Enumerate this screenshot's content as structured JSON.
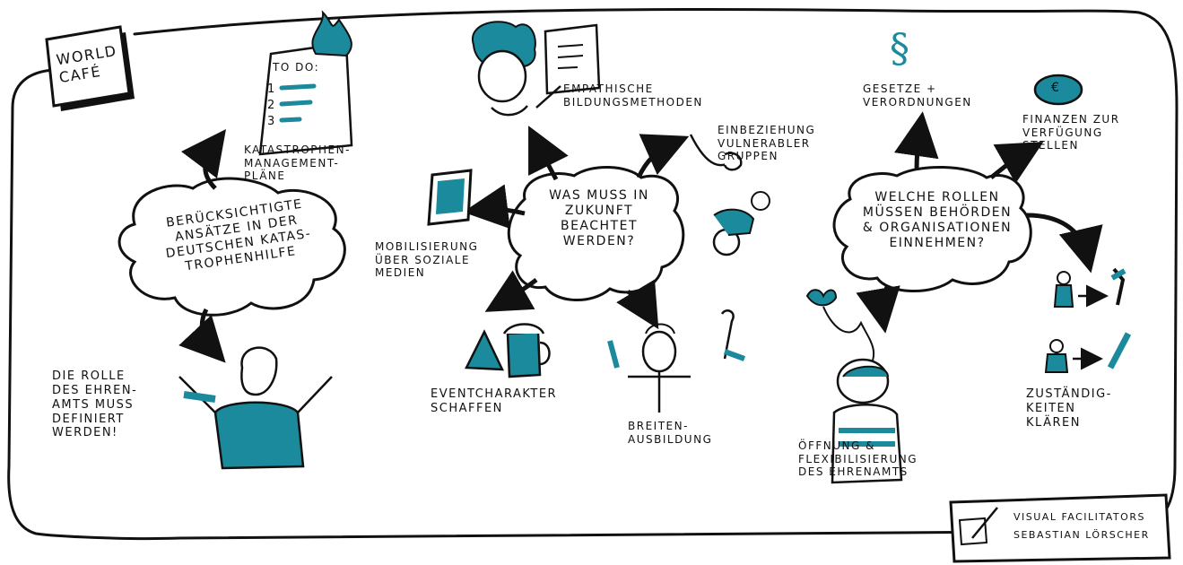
{
  "colors": {
    "ink": "#111111",
    "accent": "#1a8a9c",
    "paper": "#ffffff"
  },
  "header": {
    "title": "WORLD\nCAFÉ"
  },
  "todo": {
    "title": "TO DO:",
    "items": [
      "1",
      "2",
      "3"
    ]
  },
  "hubs": {
    "left": "BERÜCKSICHTIGTE\nANSÄTZE IN DER\nDEUTSCHEN KATAS-\nTROPHENHILFE",
    "center": "WAS MUSS IN\nZUKUNFT\nBEACHTET\nWERDEN?",
    "right": "WELCHE ROLLEN\nMÜSSEN BEHÖRDEN\n& ORGANISATIONEN\nEINNEHMEN?"
  },
  "labels": {
    "katastrophen": "KATASTROPHEN-\nMANAGEMENT-\nPLÄNE",
    "ehrenamt_rolle": "DIE ROLLE\nDES EHREN-\nAMTS MUSS\nDEFINIERT\nWERDEN!",
    "empathische": "EMPATHISCHE\nBILDUNGSMETHODEN",
    "einbeziehung": "EINBEZIEHUNG\nVULNERABLER\nGRUPPEN",
    "mobilisierung": "MOBILISIERUNG\nÜBER SOZIALE\nMEDIEN",
    "eventcharakter": "EVENTCHARAKTER\nSCHAFFEN",
    "breitenausbildung": "BREITEN-\nAUSBILDUNG",
    "gesetze": "GESETZE +\nVERORDNUNGEN",
    "finanzen": "FINANZEN ZUR\nVERFÜGUNG\nSTELLEN",
    "zustaendigkeiten": "ZUSTÄNDIG-\nKEITEN\nKLÄREN",
    "oeffnung": "ÖFFNUNG &\nFLEXIBILISIERUNG\nDES EHRENAMTS"
  },
  "icons": {
    "paragraph": "§",
    "coin": "€"
  },
  "footer": {
    "line1": "VISUAL FACILITATORS",
    "line2": "SEBASTIAN LÖRSCHER"
  }
}
